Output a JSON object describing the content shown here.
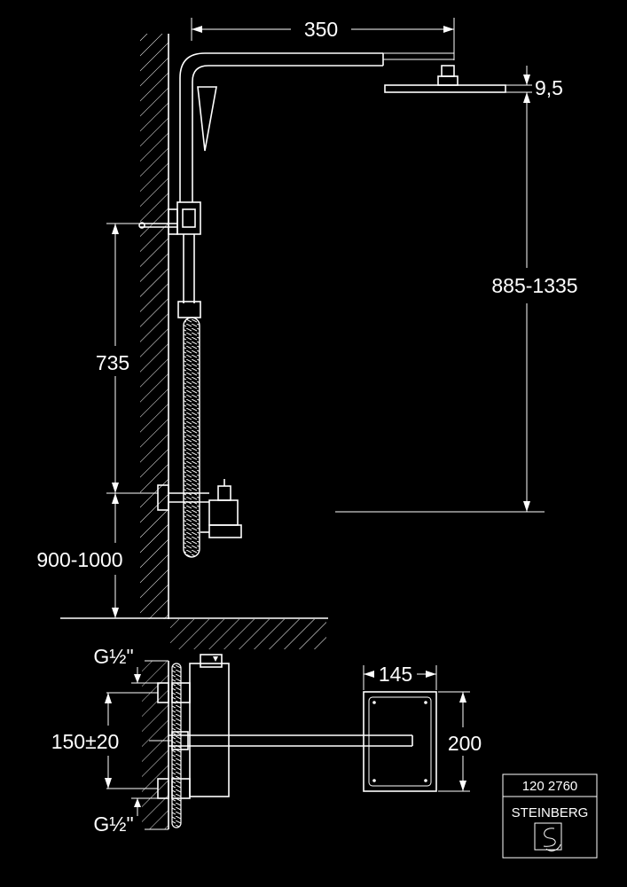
{
  "dimensions": {
    "arm_length": "350",
    "head_thickness": "9,5",
    "head_height_range": "885-1335",
    "bar_length": "735",
    "mixer_height_range": "900-1000",
    "inlet_top": "G½\"",
    "inlet_bottom": "G½\"",
    "inlet_spacing": "150±20",
    "plate_width": "145",
    "plate_height": "200"
  },
  "stamp": {
    "article_number": "120 2760",
    "brand": "STEINBERG"
  },
  "colors": {
    "background": "#000000",
    "line": "#ffffff"
  },
  "icons": [
    "steinberg-logo-icon"
  ]
}
